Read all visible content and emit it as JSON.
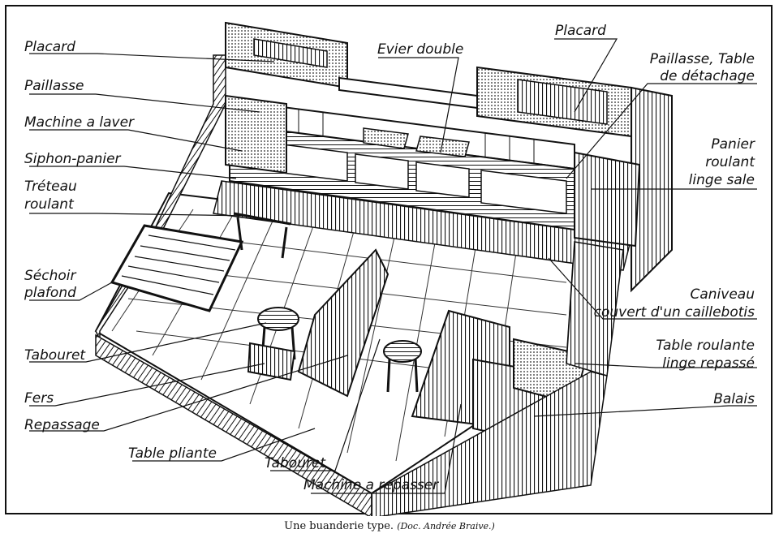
{
  "labels": {
    "placard_left": "Placard",
    "paillasse_left": "Paillasse",
    "machine_laver": "Machine a laver",
    "siphon_panier": "Siphon-panier",
    "treteau_line1": "Tréteau",
    "treteau_line2": "roulant",
    "sechoir_line1": "Séchoir",
    "sechoir_line2": "plafond",
    "tabouret_left": "Tabouret",
    "fers": "Fers",
    "repassage": "Repassage",
    "table_pliante": "Table pliante",
    "tabouret_center": "Tabouret",
    "machine_repasser": "Machine a repasser",
    "evier_double": "Evier double",
    "placard_right": "Placard",
    "paillasse_right_line1": "Paillasse, Table",
    "paillasse_right_line2": "de détachage",
    "panier_line1": "Panier",
    "panier_line2": "roulant",
    "panier_line3": "linge sale",
    "caniveau_line1": "Caniveau",
    "caniveau_line2": "couvert d'un caillebotis",
    "table_roulante_line1": "Table roulante",
    "table_roulante_line2": "linge repassé",
    "balais": "Balais"
  },
  "caption": {
    "title": "Une buanderie type.",
    "source": "(Doc. Andrée Braive.)"
  }
}
